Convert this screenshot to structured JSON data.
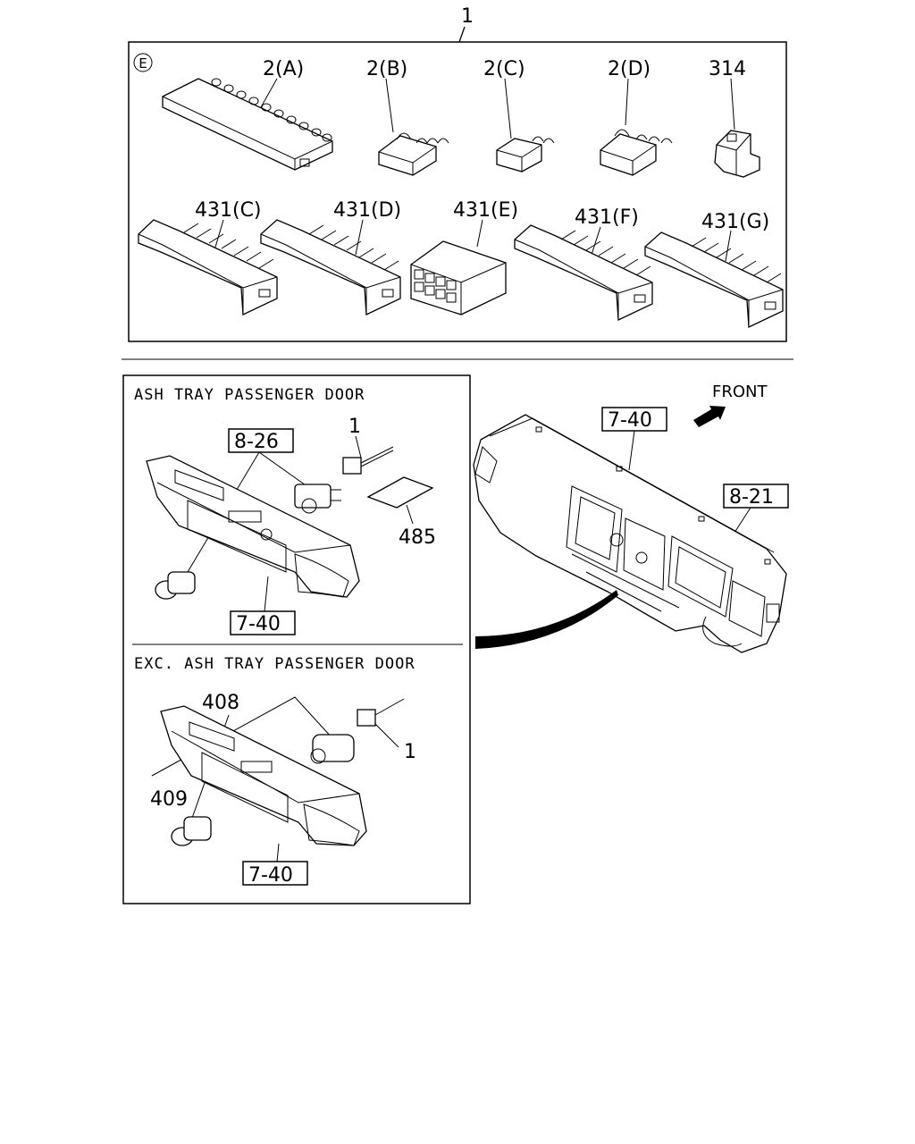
{
  "top_ref": "1",
  "section_e": {
    "marker": "E",
    "labels": {
      "p2a": "2(A)",
      "p2b": "2(B)",
      "p2c": "2(C)",
      "p2d": "2(D)",
      "p314": "314",
      "p431c": "431(C)",
      "p431d": "431(D)",
      "p431e": "431(E)",
      "p431f": "431(F)",
      "p431g": "431(G)"
    }
  },
  "ash_tray": {
    "title": "ASH TRAY PASSENGER DOOR",
    "ref_826": "8-26",
    "ref_1": "1",
    "ref_485": "485",
    "ref_740": "7-40"
  },
  "exc_ash_tray": {
    "title": "EXC. ASH TRAY PASSENGER DOOR",
    "ref_408": "408",
    "ref_409": "409",
    "ref_1": "1",
    "ref_740": "7-40"
  },
  "dashboard": {
    "front": "FRONT",
    "ref_740": "7-40",
    "ref_821": "8-21"
  },
  "icons": [
    "front-arrow-icon",
    "circled-e-marker"
  ]
}
